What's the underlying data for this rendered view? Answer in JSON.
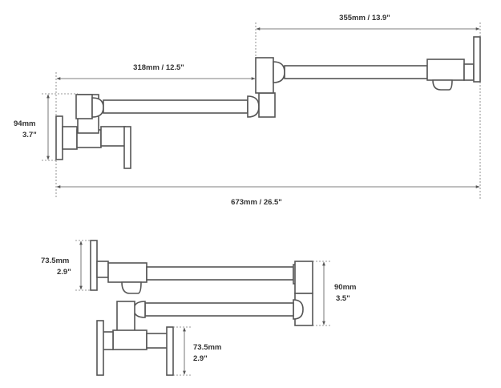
{
  "top_view": {
    "dimensions": {
      "spout_arm": "355mm / 13.9\"",
      "first_arm": "318mm / 12.5\"",
      "inlet_height_mm": "94mm",
      "inlet_height_in": "3.7\"",
      "total_reach": "673mm / 26.5\""
    }
  },
  "folded_view": {
    "dimensions": {
      "top_valve_mm": "73.5mm",
      "top_valve_in": "2.9\"",
      "folded_height_mm": "90mm",
      "folded_height_in": "3.5\"",
      "bottom_valve_mm": "73.5mm",
      "bottom_valve_in": "2.9\""
    }
  },
  "colors": {
    "line": "#555555",
    "text": "#333333",
    "background": "#ffffff"
  }
}
